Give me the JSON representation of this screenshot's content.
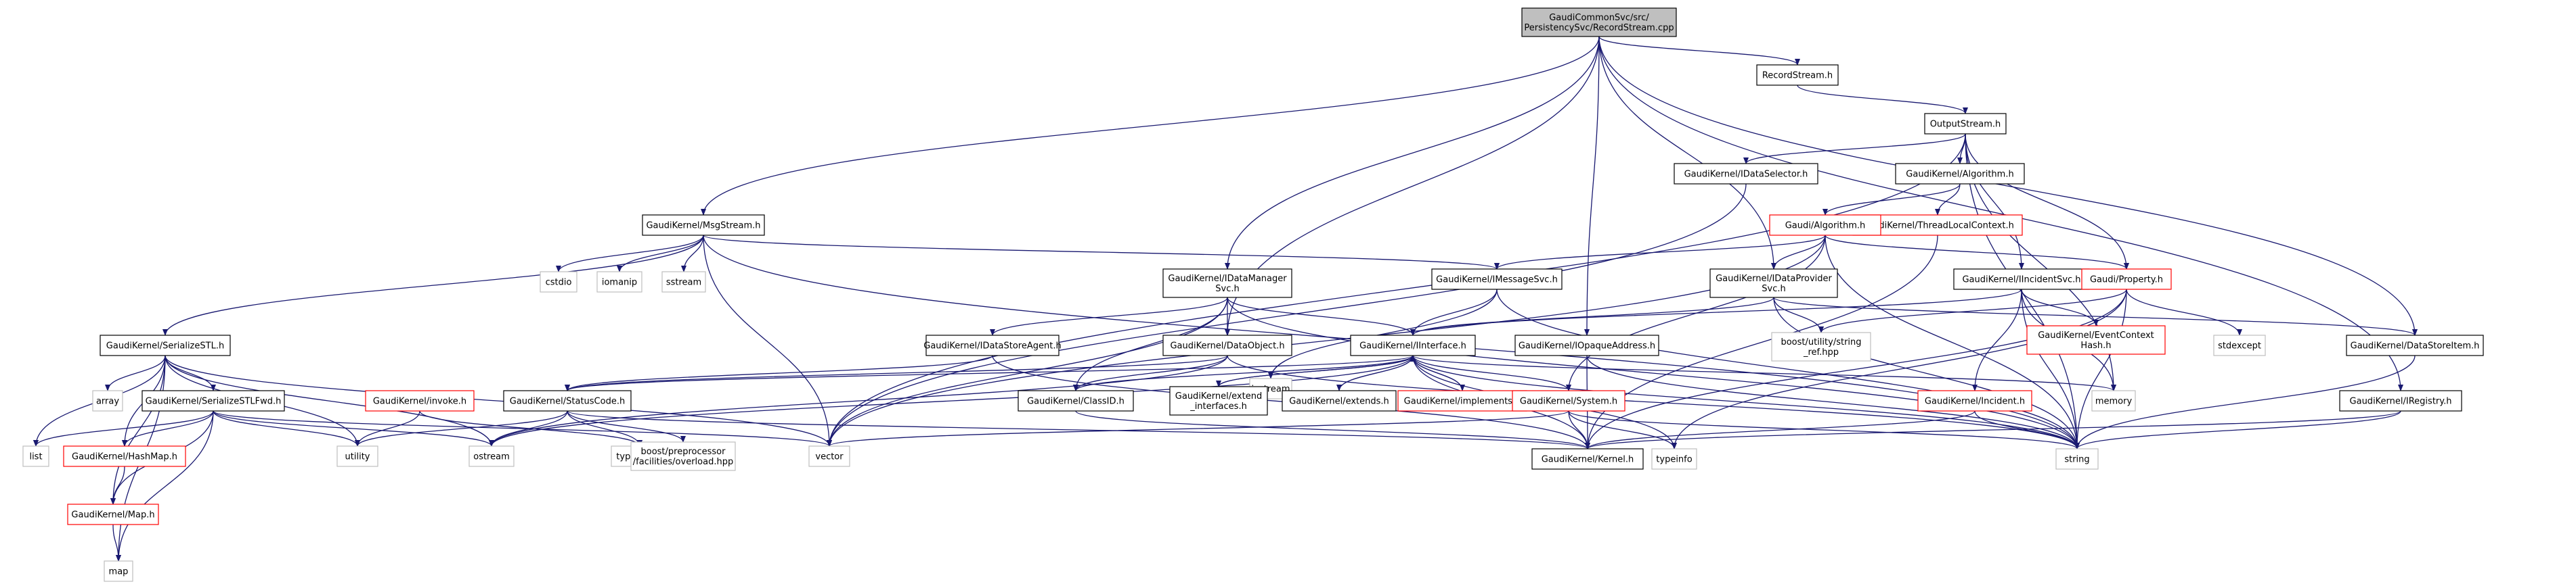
{
  "colors": {
    "edge": "#191970",
    "box_normal_border": "#000000",
    "box_red_border": "#ff0000",
    "box_grey_border": "#bfbfbf",
    "box_root_fill": "#bfbfbf",
    "box_fill": "#ffffff"
  },
  "nodes": [
    {
      "id": "root",
      "lines": [
        "GaudiCommonSvc/src/",
        "PersistencySvc/RecordStream.cpp"
      ],
      "style": "root"
    },
    {
      "id": "recordstream",
      "lines": [
        "RecordStream.h"
      ],
      "style": "normal"
    },
    {
      "id": "outputstream",
      "lines": [
        "OutputStream.h"
      ],
      "style": "normal"
    },
    {
      "id": "idataselector",
      "lines": [
        "GaudiKernel/IDataSelector.h"
      ],
      "style": "normal"
    },
    {
      "id": "algorithm_gk",
      "lines": [
        "GaudiKernel/Algorithm.h"
      ],
      "style": "normal"
    },
    {
      "id": "msgstream",
      "lines": [
        "GaudiKernel/MsgStream.h"
      ],
      "style": "normal"
    },
    {
      "id": "threadlocal",
      "lines": [
        "GaudiKernel/ThreadLocalContext.h"
      ],
      "style": "red"
    },
    {
      "id": "gaudi_algorithm",
      "lines": [
        "Gaudi/Algorithm.h"
      ],
      "style": "red"
    },
    {
      "id": "cstdio",
      "lines": [
        "cstdio"
      ],
      "style": "grey"
    },
    {
      "id": "iomanip",
      "lines": [
        "iomanip"
      ],
      "style": "grey"
    },
    {
      "id": "sstream",
      "lines": [
        "sstream"
      ],
      "style": "grey"
    },
    {
      "id": "idatamanager",
      "lines": [
        "GaudiKernel/IDataManager",
        "Svc.h"
      ],
      "style": "normal"
    },
    {
      "id": "imessagesvc",
      "lines": [
        "GaudiKernel/IMessageSvc.h"
      ],
      "style": "normal"
    },
    {
      "id": "idataprovider",
      "lines": [
        "GaudiKernel/IDataProvider",
        "Svc.h"
      ],
      "style": "normal"
    },
    {
      "id": "iincidentsvc",
      "lines": [
        "GaudiKernel/IIncidentSvc.h"
      ],
      "style": "normal"
    },
    {
      "id": "property",
      "lines": [
        "Gaudi/Property.h"
      ],
      "style": "red"
    },
    {
      "id": "serializestl",
      "lines": [
        "GaudiKernel/SerializeSTL.h"
      ],
      "style": "normal"
    },
    {
      "id": "idatastoreagent",
      "lines": [
        "GaudiKernel/IDataStoreAgent.h"
      ],
      "style": "normal"
    },
    {
      "id": "dataobject",
      "lines": [
        "GaudiKernel/DataObject.h"
      ],
      "style": "normal"
    },
    {
      "id": "iostream",
      "lines": [
        "iostream"
      ],
      "style": "grey"
    },
    {
      "id": "iinterface",
      "lines": [
        "GaudiKernel/IInterface.h"
      ],
      "style": "normal"
    },
    {
      "id": "iopaqueaddress",
      "lines": [
        "GaudiKernel/IOpaqueAddress.h"
      ],
      "style": "normal"
    },
    {
      "id": "boost_string_ref",
      "lines": [
        "boost/utility/string",
        "_ref.hpp"
      ],
      "style": "grey"
    },
    {
      "id": "eventcontexthash",
      "lines": [
        "GaudiKernel/EventContext",
        "Hash.h"
      ],
      "style": "red"
    },
    {
      "id": "stdexcept",
      "lines": [
        "stdexcept"
      ],
      "style": "grey"
    },
    {
      "id": "datastoreitem",
      "lines": [
        "GaudiKernel/DataStoreItem.h"
      ],
      "style": "normal"
    },
    {
      "id": "array",
      "lines": [
        "array"
      ],
      "style": "grey"
    },
    {
      "id": "serializestlfwd",
      "lines": [
        "GaudiKernel/SerializeSTLFwd.h"
      ],
      "style": "normal"
    },
    {
      "id": "invoke",
      "lines": [
        "GaudiKernel/invoke.h"
      ],
      "style": "red"
    },
    {
      "id": "statuscode",
      "lines": [
        "GaudiKernel/StatusCode.h"
      ],
      "style": "normal"
    },
    {
      "id": "classid",
      "lines": [
        "GaudiKernel/ClassID.h"
      ],
      "style": "normal"
    },
    {
      "id": "extend_interfaces",
      "lines": [
        "GaudiKernel/extend",
        "_interfaces.h"
      ],
      "style": "normal"
    },
    {
      "id": "extends",
      "lines": [
        "GaudiKernel/extends.h"
      ],
      "style": "normal"
    },
    {
      "id": "implements",
      "lines": [
        "GaudiKernel/implements.h"
      ],
      "style": "red"
    },
    {
      "id": "system",
      "lines": [
        "GaudiKernel/System.h"
      ],
      "style": "red"
    },
    {
      "id": "incident",
      "lines": [
        "GaudiKernel/Incident.h"
      ],
      "style": "red"
    },
    {
      "id": "memory",
      "lines": [
        "memory"
      ],
      "style": "grey"
    },
    {
      "id": "iregistry",
      "lines": [
        "GaudiKernel/IRegistry.h"
      ],
      "style": "normal"
    },
    {
      "id": "list",
      "lines": [
        "list"
      ],
      "style": "grey"
    },
    {
      "id": "hashmap",
      "lines": [
        "GaudiKernel/HashMap.h"
      ],
      "style": "red"
    },
    {
      "id": "utility",
      "lines": [
        "utility"
      ],
      "style": "grey"
    },
    {
      "id": "ostream",
      "lines": [
        "ostream"
      ],
      "style": "grey"
    },
    {
      "id": "type_traits",
      "lines": [
        "type_traits"
      ],
      "style": "grey"
    },
    {
      "id": "boost_overload",
      "lines": [
        "boost/preprocessor",
        "/facilities/overload.hpp"
      ],
      "style": "grey"
    },
    {
      "id": "vector",
      "lines": [
        "vector"
      ],
      "style": "grey"
    },
    {
      "id": "kernel",
      "lines": [
        "GaudiKernel/Kernel.h"
      ],
      "style": "normal"
    },
    {
      "id": "typeinfo",
      "lines": [
        "typeinfo"
      ],
      "style": "grey"
    },
    {
      "id": "string",
      "lines": [
        "string"
      ],
      "style": "grey"
    },
    {
      "id": "map_gk",
      "lines": [
        "GaudiKernel/Map.h"
      ],
      "style": "red"
    },
    {
      "id": "map",
      "lines": [
        "map"
      ],
      "style": "grey"
    }
  ]
}
